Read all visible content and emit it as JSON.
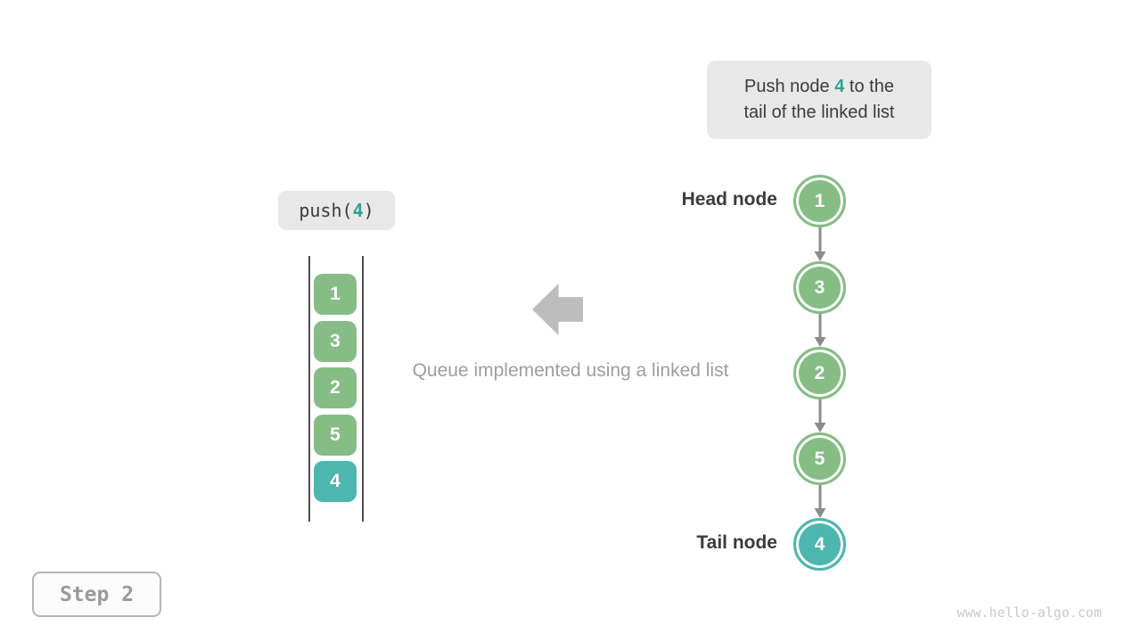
{
  "colors": {
    "node_green": "#85bd85",
    "node_teal": "#4db6ae",
    "accent_teal_text": "#339e96",
    "dark_text": "#3b3b3b",
    "caption_gray": "#9e9e9e",
    "callout_bg": "#e8e8e8",
    "connector_gray": "#8c8c8c",
    "block_arrow_gray": "#bdbdbd",
    "watermark_gray": "#c9c9c9"
  },
  "callout": {
    "line1_pre": "Push node ",
    "value": "4",
    "line1_post": " to the",
    "line2": "tail of the linked list"
  },
  "push_label": {
    "pre": "push(",
    "value": "4",
    "post": ")"
  },
  "queue_stack": {
    "items": [
      {
        "value": "1",
        "type": "green"
      },
      {
        "value": "3",
        "type": "green"
      },
      {
        "value": "2",
        "type": "green"
      },
      {
        "value": "5",
        "type": "green"
      },
      {
        "value": "4",
        "type": "teal"
      }
    ]
  },
  "caption": "Queue implemented using a linked list",
  "linked_list": {
    "head_label": "Head node",
    "tail_label": "Tail node",
    "nodes": [
      {
        "value": "1",
        "type": "green"
      },
      {
        "value": "3",
        "type": "green"
      },
      {
        "value": "2",
        "type": "green"
      },
      {
        "value": "5",
        "type": "green"
      },
      {
        "value": "4",
        "type": "teal"
      }
    ]
  },
  "step_badge": "Step 2",
  "watermark": "www.hello-algo.com"
}
